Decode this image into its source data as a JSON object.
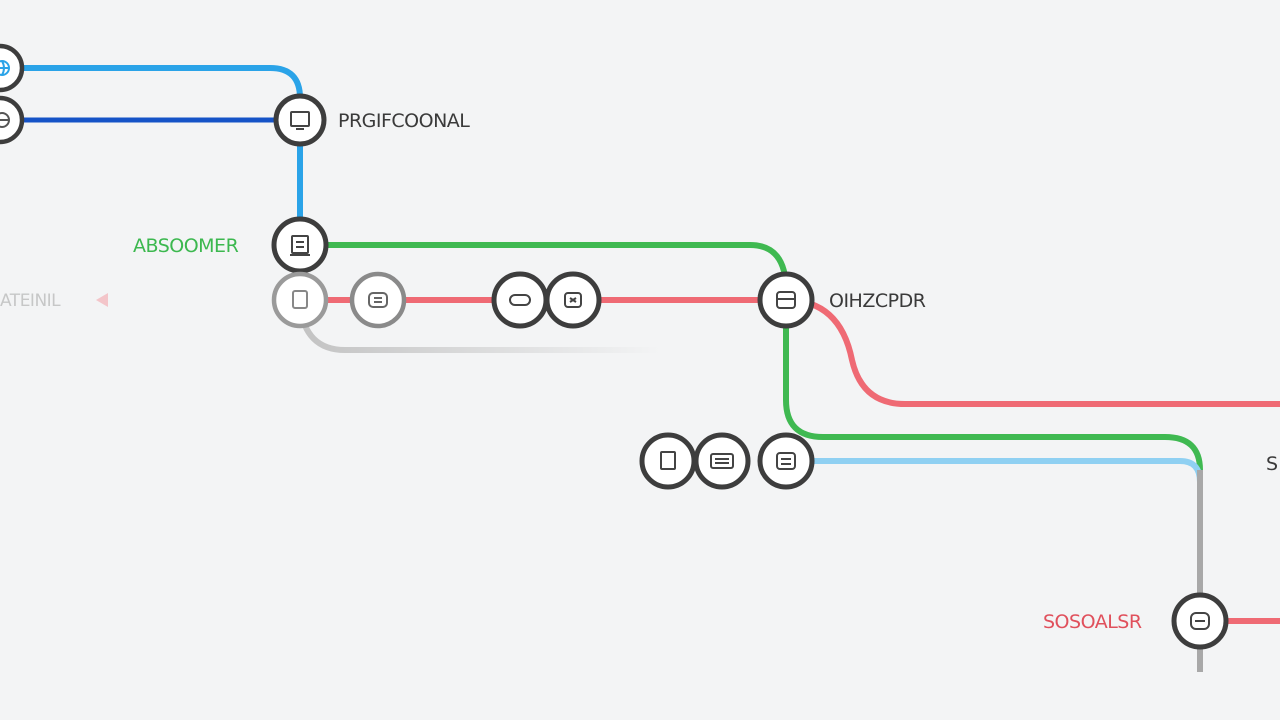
{
  "lines": {
    "blue": {
      "color": "#2aa3e8"
    },
    "dark_blue": {
      "color": "#1553c7"
    },
    "green": {
      "color": "#3fb951"
    },
    "red": {
      "color": "#ef6a74"
    },
    "gray": {
      "color": "#a8a8a8"
    },
    "light_blue": {
      "color": "#8fd0f2"
    }
  },
  "node_ring_color": "#3d3d3d",
  "labels": {
    "professional": "PRGIFCOONAL",
    "absoomer": "ABSOOMER",
    "external": "ATEINIL",
    "orchestr": "OIHZCPDR",
    "s_partial": "S",
    "sosoalsr": "SOSOALSR"
  },
  "icons": [
    "network-icon",
    "globe-icon",
    "monitor-icon",
    "document-icon",
    "page-icon",
    "grid-icon",
    "chat-icon",
    "cube-icon",
    "server-icon",
    "file-icon",
    "keyboard-icon",
    "storage-icon",
    "database-icon"
  ]
}
